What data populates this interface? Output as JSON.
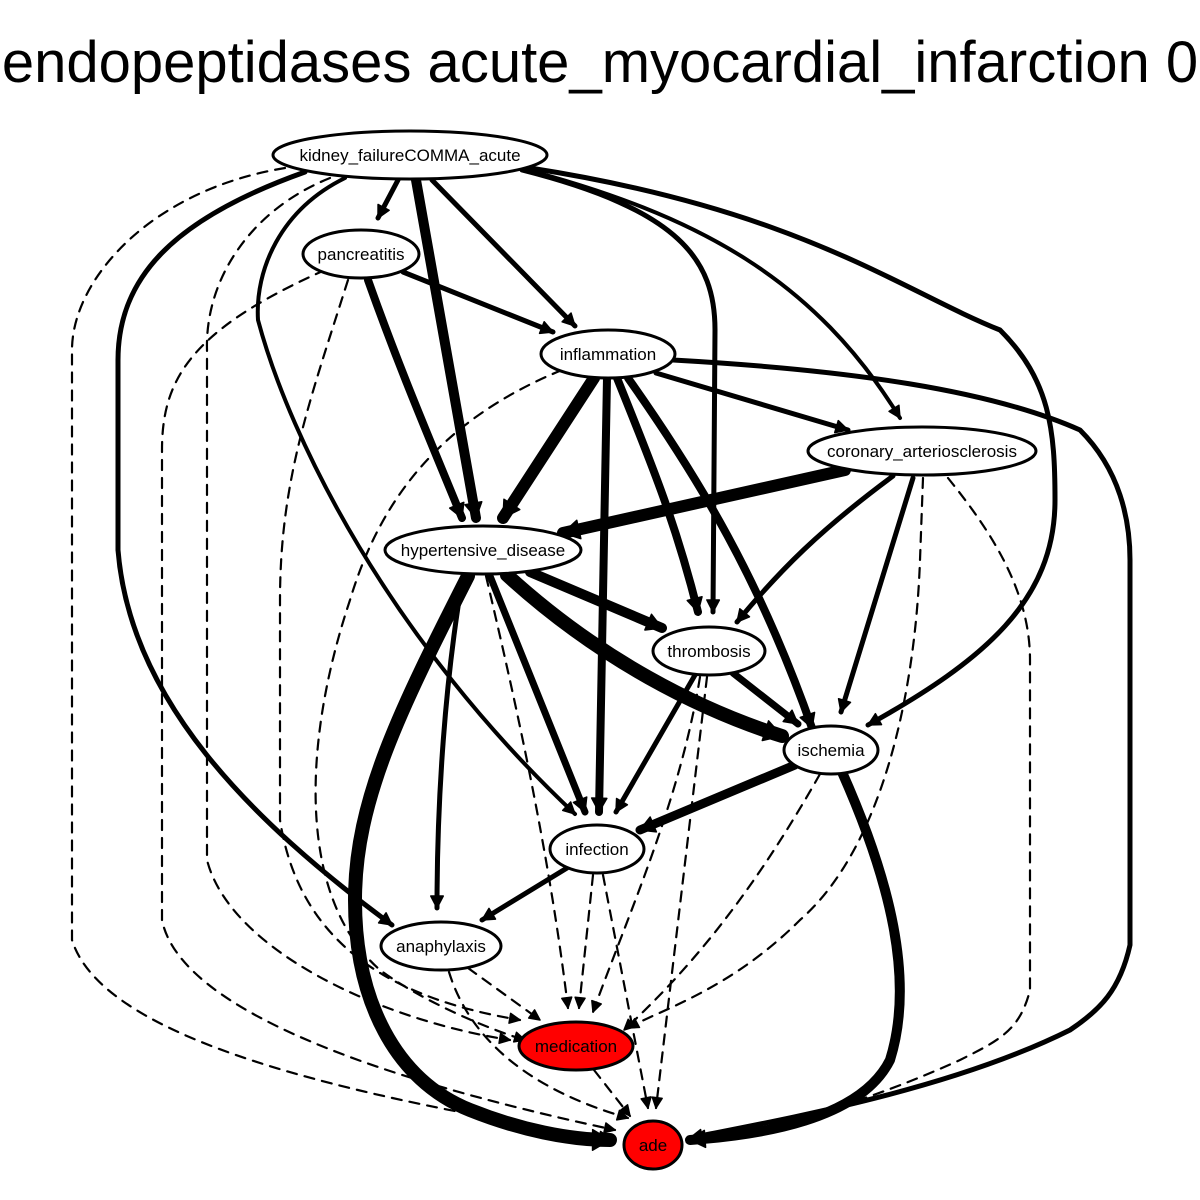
{
  "title": "endopeptidases acute_myocardial_infarction 0",
  "colors": {
    "default_node_fill": "#ffffff",
    "highlight_node_fill": "#ff0000",
    "stroke": "#000000"
  },
  "nodes": [
    {
      "id": "kidney_failureCOMMA_acute",
      "label": "kidney_failureCOMMA_acute",
      "fill": "#ffffff"
    },
    {
      "id": "pancreatitis",
      "label": "pancreatitis",
      "fill": "#ffffff"
    },
    {
      "id": "inflammation",
      "label": "inflammation",
      "fill": "#ffffff"
    },
    {
      "id": "coronary_arteriosclerosis",
      "label": "coronary_arteriosclerosis",
      "fill": "#ffffff"
    },
    {
      "id": "hypertensive_disease",
      "label": "hypertensive_disease",
      "fill": "#ffffff"
    },
    {
      "id": "thrombosis",
      "label": "thrombosis",
      "fill": "#ffffff"
    },
    {
      "id": "ischemia",
      "label": "ischemia",
      "fill": "#ffffff"
    },
    {
      "id": "infection",
      "label": "infection",
      "fill": "#ffffff"
    },
    {
      "id": "anaphylaxis",
      "label": "anaphylaxis",
      "fill": "#ffffff"
    },
    {
      "id": "medication",
      "label": "medication",
      "fill": "#ff0000"
    },
    {
      "id": "ade",
      "label": "ade",
      "fill": "#ff0000"
    }
  ],
  "edges": [
    {
      "from": "kidney_failureCOMMA_acute",
      "to": "pancreatitis",
      "style": "solid"
    },
    {
      "from": "kidney_failureCOMMA_acute",
      "to": "inflammation",
      "style": "solid"
    },
    {
      "from": "kidney_failureCOMMA_acute",
      "to": "coronary_arteriosclerosis",
      "style": "solid"
    },
    {
      "from": "kidney_failureCOMMA_acute",
      "to": "hypertensive_disease",
      "style": "solid"
    },
    {
      "from": "kidney_failureCOMMA_acute",
      "to": "thrombosis",
      "style": "solid"
    },
    {
      "from": "kidney_failureCOMMA_acute",
      "to": "ischemia",
      "style": "solid"
    },
    {
      "from": "kidney_failureCOMMA_acute",
      "to": "infection",
      "style": "solid"
    },
    {
      "from": "kidney_failureCOMMA_acute",
      "to": "anaphylaxis",
      "style": "solid"
    },
    {
      "from": "kidney_failureCOMMA_acute",
      "to": "medication",
      "style": "dashed"
    },
    {
      "from": "kidney_failureCOMMA_acute",
      "to": "ade",
      "style": "dashed"
    },
    {
      "from": "pancreatitis",
      "to": "inflammation",
      "style": "solid"
    },
    {
      "from": "pancreatitis",
      "to": "hypertensive_disease",
      "style": "solid"
    },
    {
      "from": "pancreatitis",
      "to": "medication",
      "style": "dashed"
    },
    {
      "from": "pancreatitis",
      "to": "ade",
      "style": "dashed"
    },
    {
      "from": "inflammation",
      "to": "coronary_arteriosclerosis",
      "style": "solid"
    },
    {
      "from": "inflammation",
      "to": "hypertensive_disease",
      "style": "solid"
    },
    {
      "from": "inflammation",
      "to": "thrombosis",
      "style": "solid"
    },
    {
      "from": "inflammation",
      "to": "ischemia",
      "style": "solid"
    },
    {
      "from": "inflammation",
      "to": "infection",
      "style": "solid"
    },
    {
      "from": "inflammation",
      "to": "ade",
      "style": "solid"
    },
    {
      "from": "inflammation",
      "to": "medication",
      "style": "dashed"
    },
    {
      "from": "coronary_arteriosclerosis",
      "to": "hypertensive_disease",
      "style": "solid"
    },
    {
      "from": "coronary_arteriosclerosis",
      "to": "thrombosis",
      "style": "solid"
    },
    {
      "from": "coronary_arteriosclerosis",
      "to": "ischemia",
      "style": "solid"
    },
    {
      "from": "coronary_arteriosclerosis",
      "to": "medication",
      "style": "dashed"
    },
    {
      "from": "coronary_arteriosclerosis",
      "to": "ade",
      "style": "dashed"
    },
    {
      "from": "hypertensive_disease",
      "to": "thrombosis",
      "style": "solid"
    },
    {
      "from": "hypertensive_disease",
      "to": "ischemia",
      "style": "solid"
    },
    {
      "from": "hypertensive_disease",
      "to": "infection",
      "style": "solid"
    },
    {
      "from": "hypertensive_disease",
      "to": "anaphylaxis",
      "style": "solid"
    },
    {
      "from": "hypertensive_disease",
      "to": "ade",
      "style": "solid"
    },
    {
      "from": "hypertensive_disease",
      "to": "medication",
      "style": "dashed"
    },
    {
      "from": "thrombosis",
      "to": "ischemia",
      "style": "solid"
    },
    {
      "from": "thrombosis",
      "to": "infection",
      "style": "solid"
    },
    {
      "from": "thrombosis",
      "to": "medication",
      "style": "dashed"
    },
    {
      "from": "thrombosis",
      "to": "ade",
      "style": "dashed"
    },
    {
      "from": "ischemia",
      "to": "infection",
      "style": "solid"
    },
    {
      "from": "ischemia",
      "to": "ade",
      "style": "solid"
    },
    {
      "from": "ischemia",
      "to": "medication",
      "style": "dashed"
    },
    {
      "from": "infection",
      "to": "anaphylaxis",
      "style": "solid"
    },
    {
      "from": "infection",
      "to": "medication",
      "style": "dashed"
    },
    {
      "from": "infection",
      "to": "ade",
      "style": "dashed"
    },
    {
      "from": "anaphylaxis",
      "to": "medication",
      "style": "dashed"
    },
    {
      "from": "anaphylaxis",
      "to": "ade",
      "style": "dashed"
    },
    {
      "from": "medication",
      "to": "ade",
      "style": "dashed"
    }
  ]
}
